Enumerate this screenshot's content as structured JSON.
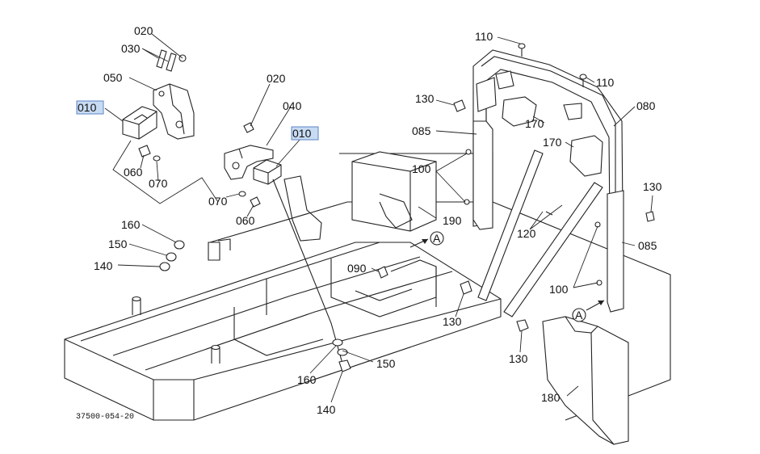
{
  "diagram": {
    "drawing_code": "37500-054-20",
    "section_marker": "A",
    "callouts": [
      {
        "id": "c010a",
        "label": "010",
        "highlighted": true
      },
      {
        "id": "c020a",
        "label": "020",
        "highlighted": false
      },
      {
        "id": "c030",
        "label": "030",
        "highlighted": false
      },
      {
        "id": "c050",
        "label": "050",
        "highlighted": false
      },
      {
        "id": "c060a",
        "label": "060",
        "highlighted": false
      },
      {
        "id": "c070a",
        "label": "070",
        "highlighted": false
      },
      {
        "id": "c020b",
        "label": "020",
        "highlighted": false
      },
      {
        "id": "c040",
        "label": "040",
        "highlighted": false
      },
      {
        "id": "c010b",
        "label": "010",
        "highlighted": true
      },
      {
        "id": "c070b",
        "label": "070",
        "highlighted": false
      },
      {
        "id": "c060b",
        "label": "060",
        "highlighted": false
      },
      {
        "id": "c160a",
        "label": "160",
        "highlighted": false
      },
      {
        "id": "c150a",
        "label": "150",
        "highlighted": false
      },
      {
        "id": "c140a",
        "label": "140",
        "highlighted": false
      },
      {
        "id": "c090",
        "label": "090",
        "highlighted": false
      },
      {
        "id": "c190",
        "label": "190",
        "highlighted": false
      },
      {
        "id": "c150b",
        "label": "150",
        "highlighted": false
      },
      {
        "id": "c160b",
        "label": "160",
        "highlighted": false
      },
      {
        "id": "c140b",
        "label": "140",
        "highlighted": false
      },
      {
        "id": "c110a",
        "label": "110",
        "highlighted": false
      },
      {
        "id": "c110b",
        "label": "110",
        "highlighted": false
      },
      {
        "id": "c130a",
        "label": "130",
        "highlighted": false
      },
      {
        "id": "c085a",
        "label": "085",
        "highlighted": false
      },
      {
        "id": "c080",
        "label": "080",
        "highlighted": false
      },
      {
        "id": "c170a",
        "label": "170",
        "highlighted": false
      },
      {
        "id": "c170b",
        "label": "170",
        "highlighted": false
      },
      {
        "id": "c100a",
        "label": "100",
        "highlighted": false
      },
      {
        "id": "c130b",
        "label": "130",
        "highlighted": false
      },
      {
        "id": "c120",
        "label": "120",
        "highlighted": false
      },
      {
        "id": "c085b",
        "label": "085",
        "highlighted": false
      },
      {
        "id": "c100b",
        "label": "100",
        "highlighted": false
      },
      {
        "id": "c130c",
        "label": "130",
        "highlighted": false
      },
      {
        "id": "c130d",
        "label": "130",
        "highlighted": false
      },
      {
        "id": "c180",
        "label": "180",
        "highlighted": false
      }
    ]
  },
  "colors": {
    "line": "#222222",
    "highlight_fill": "#c7dbf3",
    "highlight_stroke": "#5d86c4"
  }
}
